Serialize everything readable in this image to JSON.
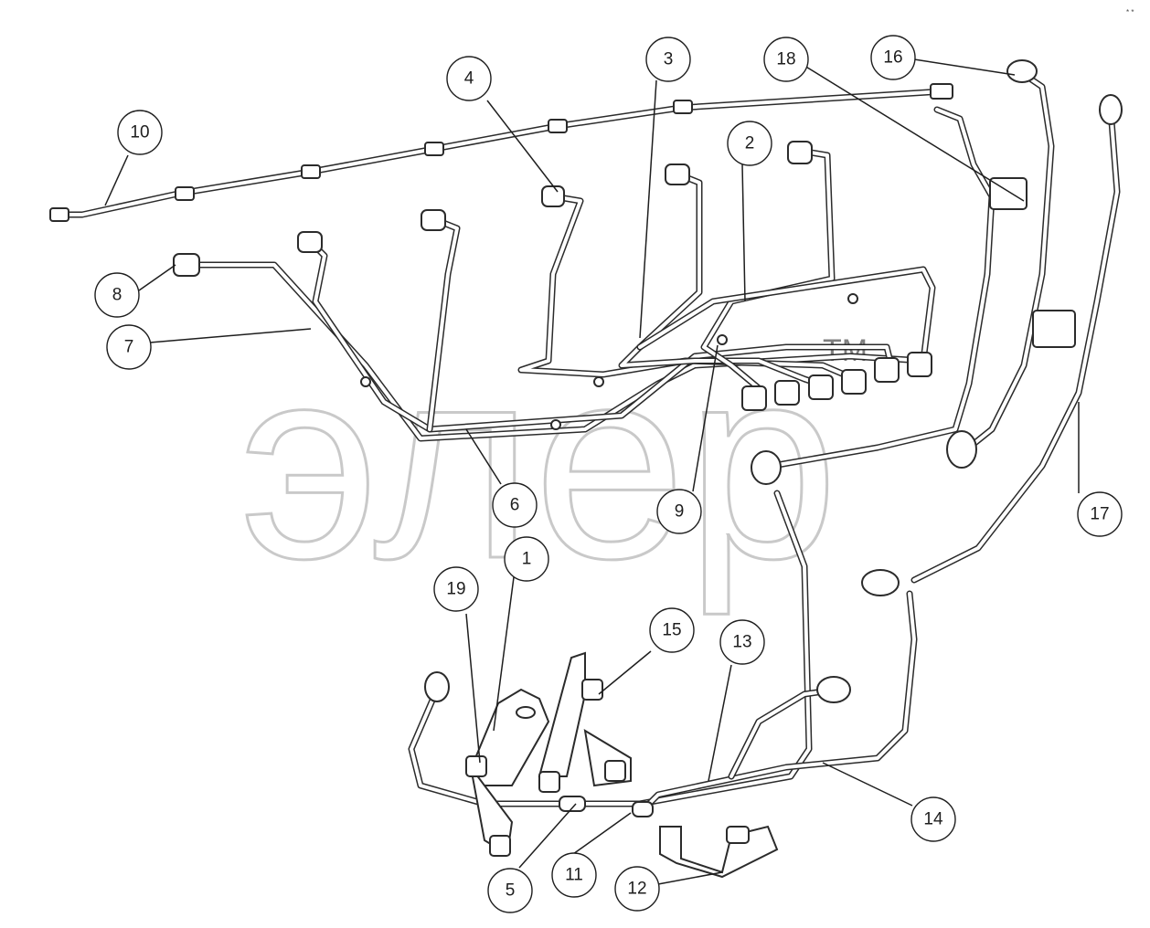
{
  "diagram": {
    "watermark_text": "элер",
    "watermark_mark": "TM",
    "corner_mark": "* *",
    "callouts": [
      {
        "id": "c10",
        "label": "10"
      },
      {
        "id": "c4",
        "label": "4"
      },
      {
        "id": "c3",
        "label": "3"
      },
      {
        "id": "c18",
        "label": "18"
      },
      {
        "id": "c16",
        "label": "16"
      },
      {
        "id": "c2",
        "label": "2"
      },
      {
        "id": "c8",
        "label": "8"
      },
      {
        "id": "c7",
        "label": "7"
      },
      {
        "id": "c6",
        "label": "6"
      },
      {
        "id": "c9",
        "label": "9"
      },
      {
        "id": "c17",
        "label": "17"
      },
      {
        "id": "c1",
        "label": "1"
      },
      {
        "id": "c19",
        "label": "19"
      },
      {
        "id": "c15",
        "label": "15"
      },
      {
        "id": "c13",
        "label": "13"
      },
      {
        "id": "c14",
        "label": "14"
      },
      {
        "id": "c5",
        "label": "5"
      },
      {
        "id": "c11",
        "label": "11"
      },
      {
        "id": "c12",
        "label": "12"
      }
    ]
  }
}
